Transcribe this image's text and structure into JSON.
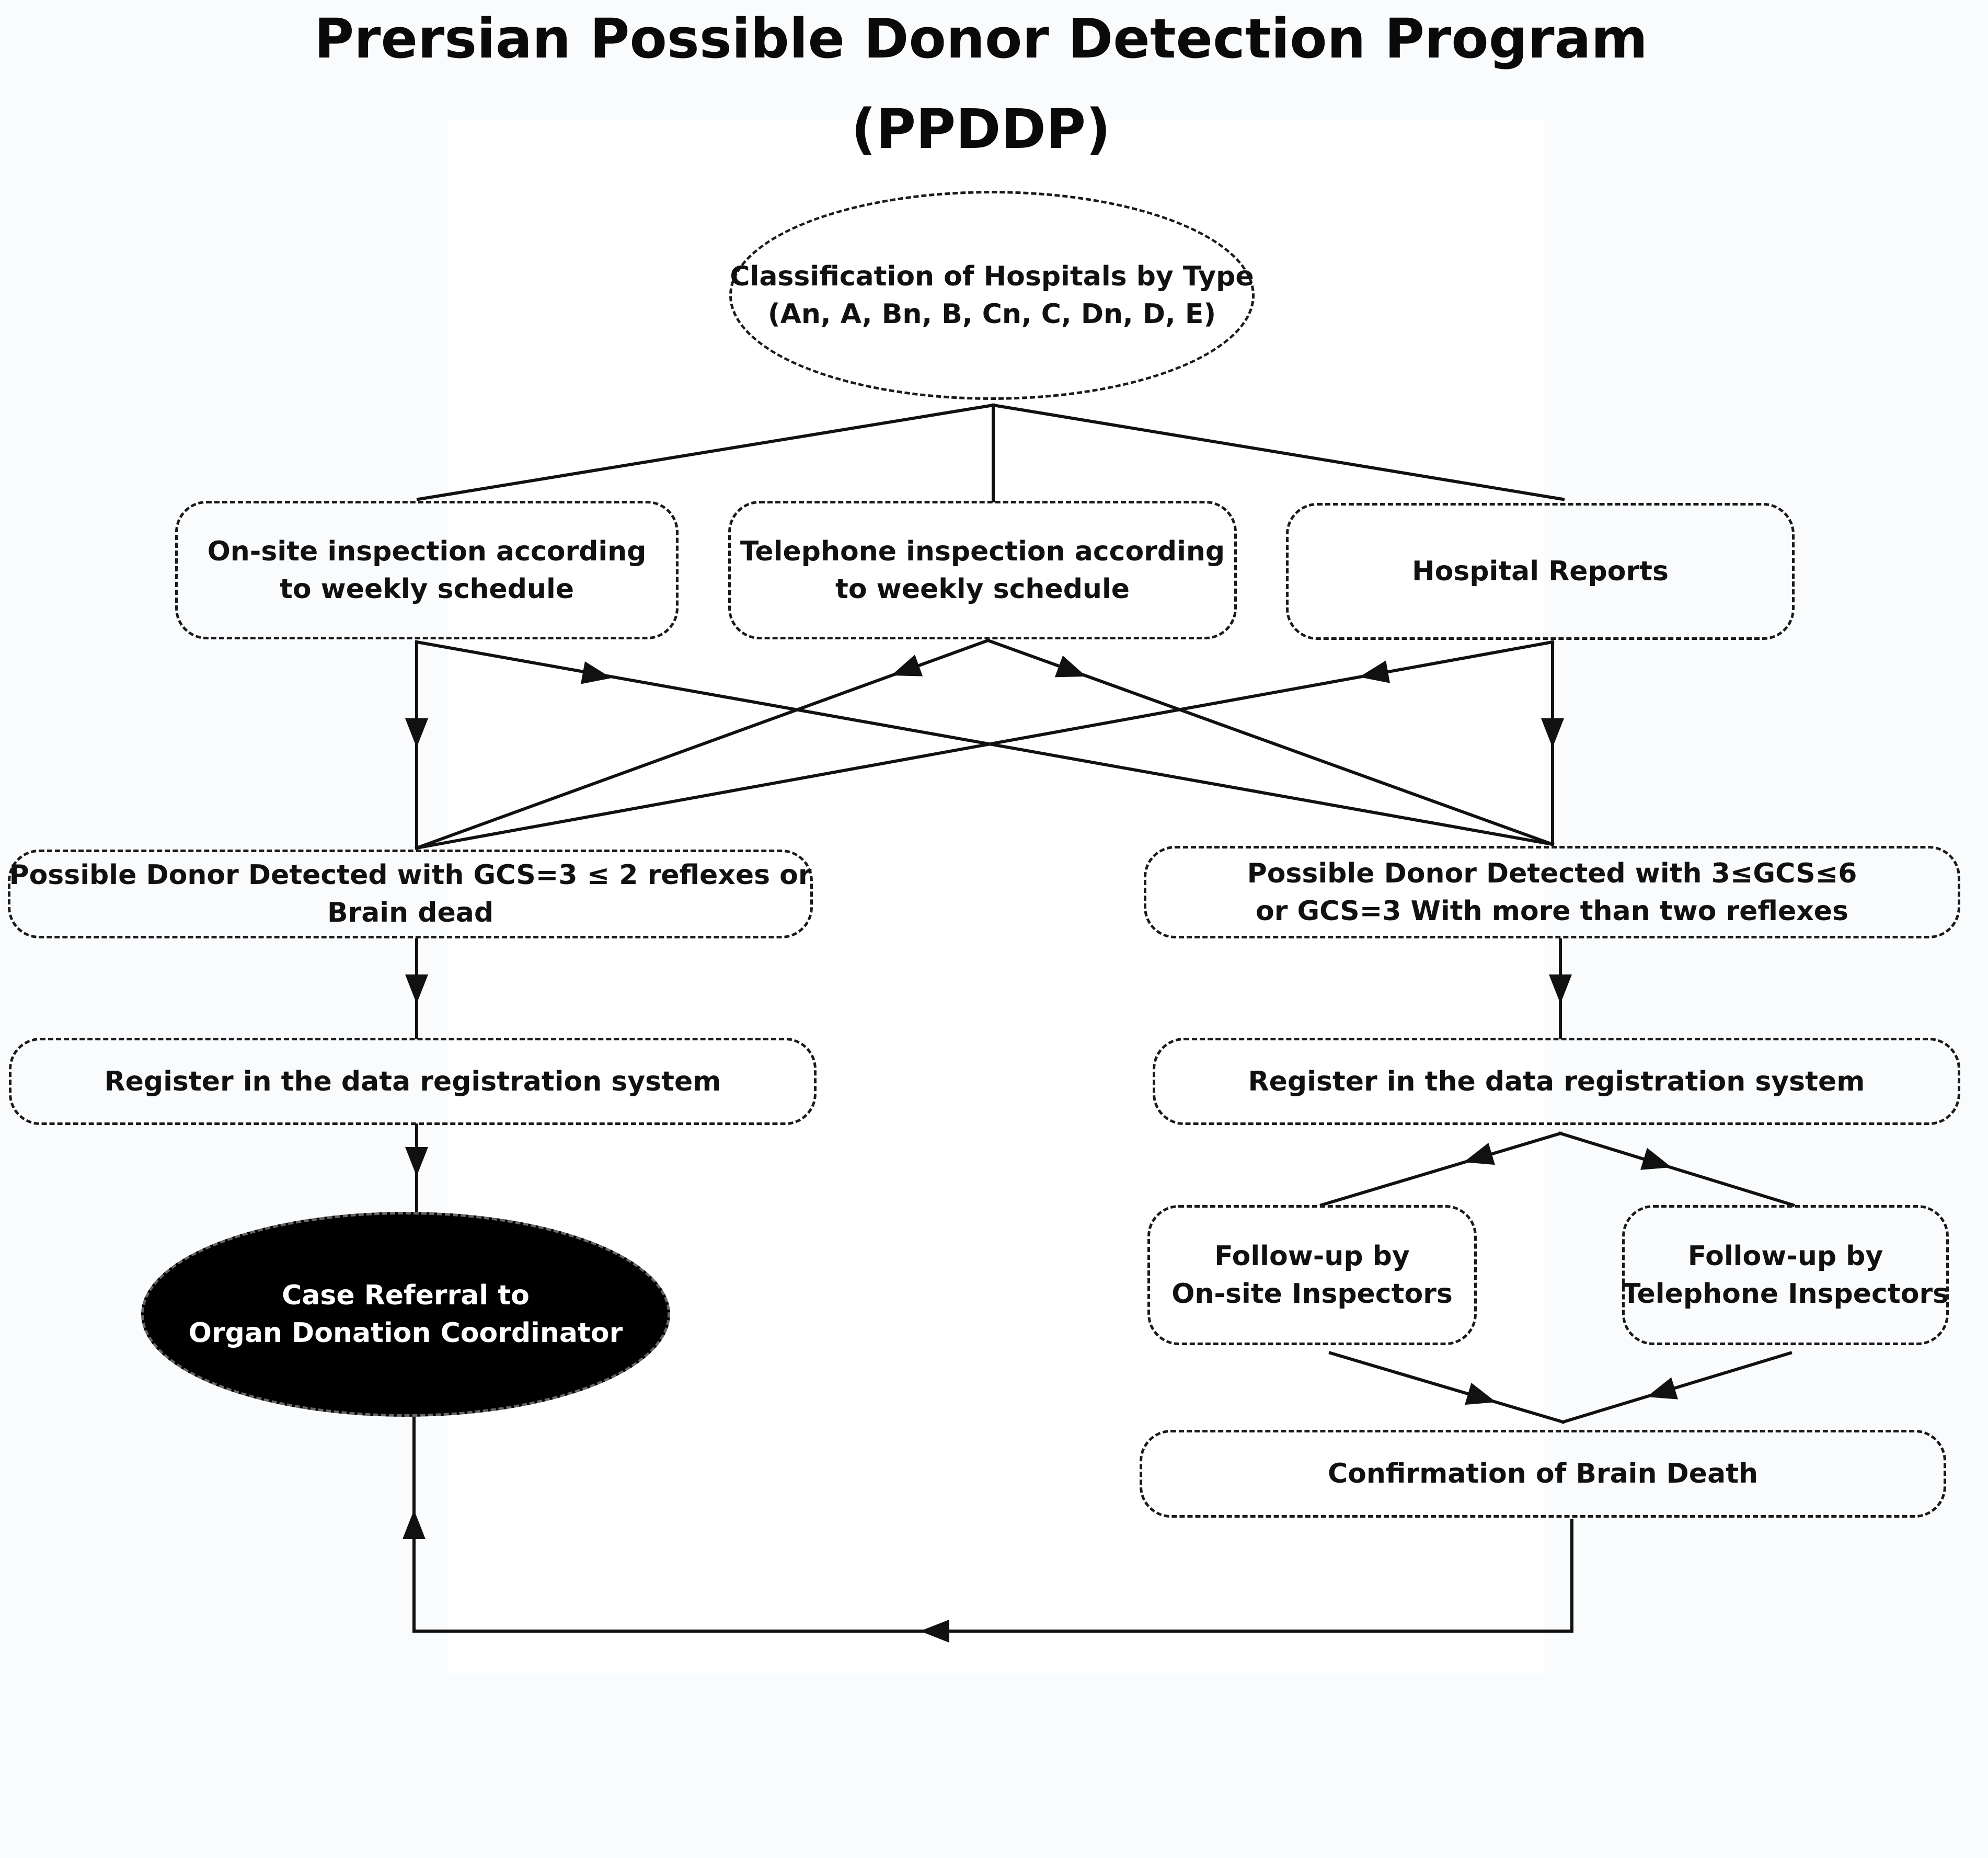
{
  "title": {
    "line1": "Prersian Possible Donor Detection Program",
    "line2": "(PPDDP)"
  },
  "nodes": {
    "classification": {
      "line1": "Classification of Hospitals by Type",
      "line2": "(An, A, Bn, B, Cn, C, Dn, D, E)"
    },
    "onsite_inspection": {
      "line1": "On-site inspection according",
      "line2": "to weekly schedule"
    },
    "telephone_inspection": {
      "line1": "Telephone  inspection  according",
      "line2": "to weekly schedule"
    },
    "hospital_reports": {
      "line1": "Hospital Reports"
    },
    "donor_gcs3": {
      "line1": "Possible Donor Detected with GCS=3 ≤ 2 reflexes or",
      "line2": "Brain dead"
    },
    "donor_gcs3to6": {
      "line1": "Possible Donor Detected with 3≤GCS≤6",
      "line2": "or GCS=3 With more than two reflexes"
    },
    "register_left": {
      "line1": "Register in the data registration system"
    },
    "register_right": {
      "line1": "Register in the data registration system"
    },
    "case_referral": {
      "line1": "Case Referral  to",
      "line2": "Organ Donation Coordinator"
    },
    "followup_onsite": {
      "line1": "Follow-up by",
      "line2": "On-site Inspectors"
    },
    "followup_telephone": {
      "line1": "Follow-up by",
      "line2": "Telephone Inspectors"
    },
    "brain_death": {
      "line1": "Confirmation of Brain Death"
    }
  },
  "colors": {
    "background": "#fafbfd",
    "panel": "#ffffff",
    "stroke": "#111111",
    "dashed_border": "#1a1a1a",
    "dark_oval_fill": "#000000",
    "dark_oval_text": "#ffffff"
  }
}
